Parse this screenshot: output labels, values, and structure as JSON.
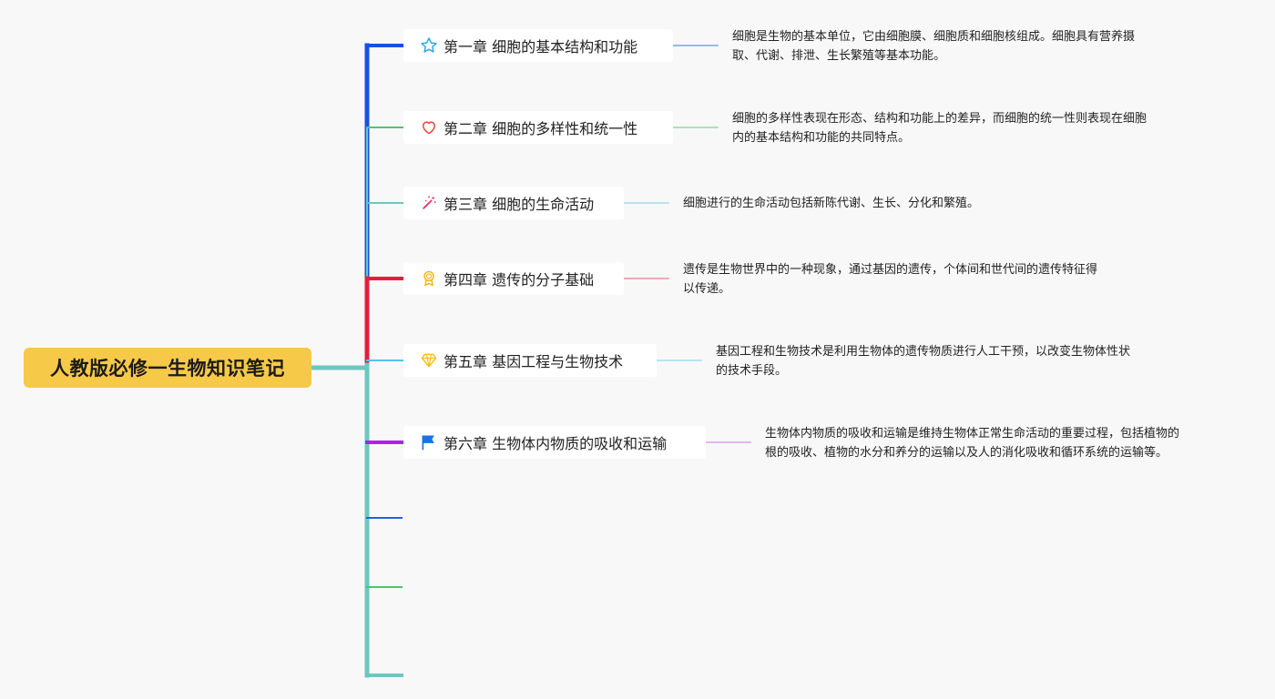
{
  "root": {
    "title": "人教版必修一生物知识笔记",
    "color": "#f7c948"
  },
  "chapters": [
    {
      "title": "第一章 细胞的基本结构和功能",
      "icon": "star-icon",
      "branch_color": "#1a4fe6",
      "link_color": "#7aa3e8",
      "desc": [
        "细胞是生物的基本单位，它由细胞膜、细胞质和细胞核组成。细胞具有营养摄",
        "取、代谢、排泄、生长繁殖等基本功能。"
      ]
    },
    {
      "title": "第二章 细胞的多样性和统一性",
      "icon": "heart-icon",
      "branch_color": "#4cc76b",
      "link_color": "#8fdca4",
      "desc": [
        "细胞的多样性表现在形态、结构和功能上的差异，而细胞的统一性则表现在细胞",
        "内的基本结构和功能的共同特点。"
      ]
    },
    {
      "title": "第三章 细胞的生命活动",
      "icon": "magic-wand-icon",
      "branch_color": "#6fc6bf",
      "link_color": "#a9d8e6",
      "desc": [
        "细胞进行的生命活动包括新陈代谢、生长、分化和繁殖。"
      ]
    },
    {
      "title": "第四章 遗传的分子基础",
      "icon": "award-badge-icon",
      "branch_color": "#e21f3c",
      "link_color": "#e8909e",
      "desc": [
        "遗传是生物世界中的一种现象，通过基因的遗传，个体间和世代间的遗传特征得",
        "以传递。"
      ]
    },
    {
      "title": "第五章 基因工程与生物技术",
      "icon": "diamond-icon",
      "branch_color": "#54c3ef",
      "link_color": "#a6def3",
      "desc": [
        "基因工程和生物技术是利用生物体的遗传物质进行人工干预，以改变生物体性状",
        "的技术手段。"
      ]
    },
    {
      "title": "第六章 生物体内物质的吸收和运输",
      "icon": "flag-icon",
      "branch_color": "#b21ef0",
      "link_color": "#d9a0ef",
      "desc": [
        "生物体内物质的吸收和运输是维持生物体正常生命活动的重要过程，包括植物的",
        "根的吸收、植物的水分和养分的运输以及人的消化吸收和循环系统的运输等。"
      ]
    }
  ],
  "empty_branches": [
    {
      "color": "#2a5fd8"
    },
    {
      "color": "#4cc76b"
    },
    {
      "color": "#6fc6bf"
    }
  ],
  "trunk_color": "#6fc6bf"
}
